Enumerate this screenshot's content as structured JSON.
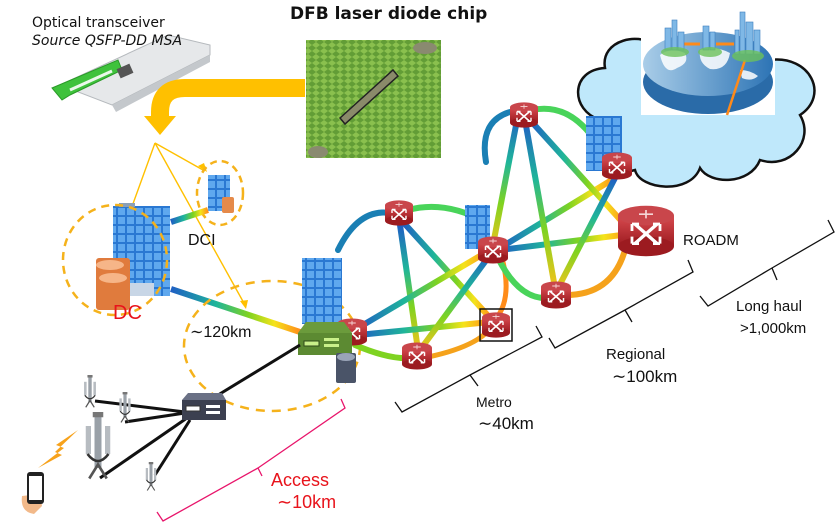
{
  "diagram": {
    "title": "DFB laser diode chip",
    "transceiver": {
      "label": "Optical transceiver",
      "source": "Source QSFP-DD MSA"
    },
    "labels": {
      "dci": "DCI",
      "dc": "DC",
      "dci_distance": "∼120km",
      "roadm": "ROADM",
      "long_haul": "Long haul",
      "long_haul_distance": ">1,000km",
      "regional": "Regional",
      "regional_distance": "∼100km",
      "metro": "Metro",
      "metro_distance": "∼40km",
      "access": "Access",
      "access_distance": "∼10km"
    },
    "network_segments": [
      {
        "name": "Access",
        "distance": "~10km"
      },
      {
        "name": "Metro",
        "distance": "~40km"
      },
      {
        "name": "Regional",
        "distance": "~100km"
      },
      {
        "name": "Long haul",
        "distance": ">1,000km"
      }
    ],
    "colors": {
      "arrow": "#ffc000",
      "router": "#b8242a",
      "cloud": "#bfe8fb",
      "access_bracket": "#e8156b",
      "red_text": "#e8131b"
    }
  }
}
